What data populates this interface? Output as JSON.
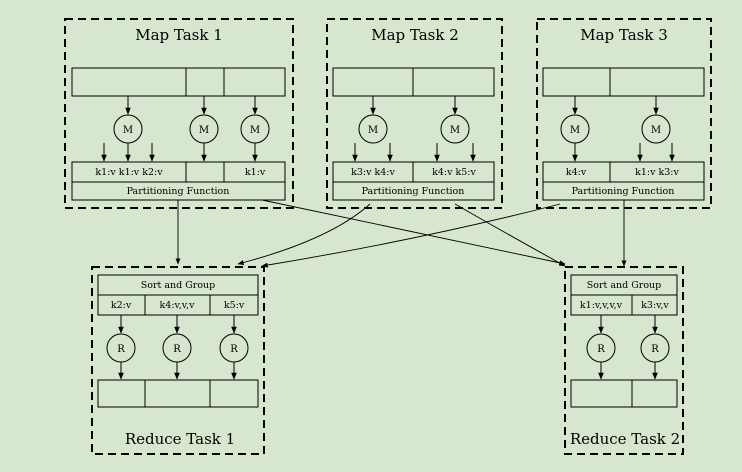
{
  "colors": {
    "background": "#d6e6cf",
    "stroke": "#000000"
  },
  "map_tasks": [
    {
      "title": "Map Task 1",
      "mapper_label": "M",
      "outputs": [
        "k1:v k1:v k2:v",
        "",
        "k1:v"
      ],
      "partition_label": "Partitioning Function"
    },
    {
      "title": "Map Task 2",
      "mapper_label": "M",
      "outputs": [
        "k3:v k4:v",
        "k4:v k5:v"
      ],
      "partition_label": "Partitioning Function"
    },
    {
      "title": "Map Task 3",
      "mapper_label": "M",
      "outputs": [
        "k4:v",
        "k1:v k3:v"
      ],
      "partition_label": "Partitioning Function"
    }
  ],
  "reduce_tasks": [
    {
      "title": "Reduce Task 1",
      "sort_label": "Sort and Group",
      "groups": [
        "k2:v",
        "k4:v,v,v",
        "k5:v"
      ],
      "reducer_label": "R"
    },
    {
      "title": "Reduce Task 2",
      "sort_label": "Sort and Group",
      "groups": [
        "k1:v,v,v,v",
        "k3:v,v"
      ],
      "reducer_label": "R"
    }
  ]
}
